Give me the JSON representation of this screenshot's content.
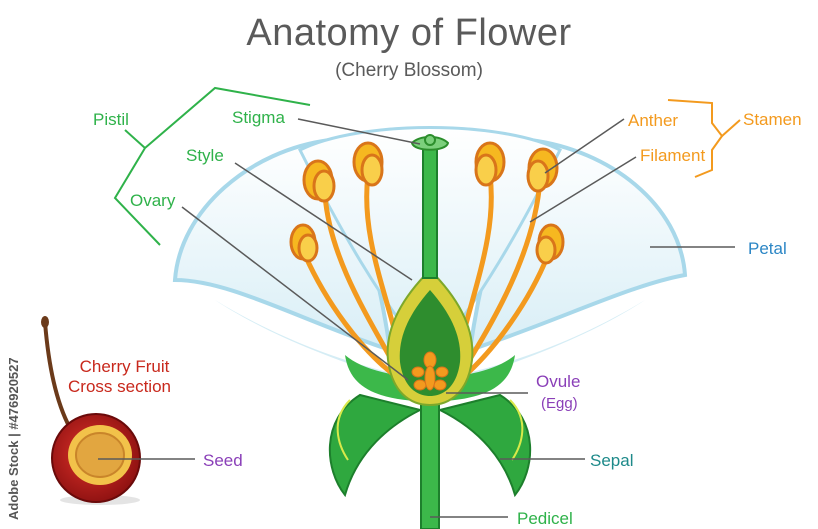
{
  "title": "Anatomy of Flower",
  "subtitle": "(Cherry Blossom)",
  "labels": {
    "pistil": "Pistil",
    "stigma": "Stigma",
    "style": "Style",
    "ovary": "Ovary",
    "anther": "Anther",
    "stamen": "Stamen",
    "filament": "Filament",
    "petal": "Petal",
    "ovule": "Ovule",
    "egg": "(Egg)",
    "sepal": "Sepal",
    "pedicel": "Pedicel",
    "seed": "Seed",
    "cherry_fruit_line1": "Cherry Fruit",
    "cherry_fruit_line2": "Cross section"
  },
  "credit": "Adobe Stock | #476920527",
  "colors": {
    "pistil_group": "#2fb24a",
    "stamen_group": "#f39a1e",
    "petal": "#2b86c5",
    "ovule": "#8a3fb8",
    "sepal": "#1e8a8a",
    "fruit": "#c8281c"
  }
}
